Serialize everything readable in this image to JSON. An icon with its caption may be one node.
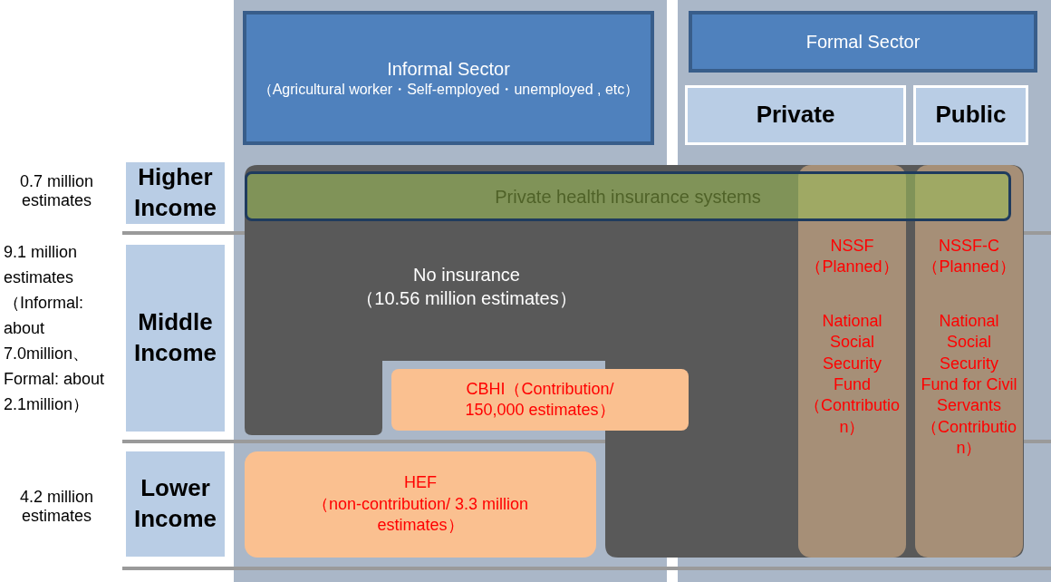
{
  "diagram": {
    "nodes": [
      {
        "text": [
          "Informal Sector",
          "（Agricultural worker・Self-employed・unemployed , etc）"
        ]
      },
      {
        "text": [
          "Formal Sector"
        ]
      },
      {
        "text": [
          "Private"
        ]
      },
      {
        "text": [
          "Public"
        ]
      },
      {
        "text": [
          "Higher Income"
        ],
        "beside": [
          "0.7 million estimates"
        ]
      },
      {
        "text": [
          "Middle Income"
        ],
        "beside": [
          "9.1 million estimates（Informal: about 7.0million、Formal: about 2.1million）"
        ]
      },
      {
        "text": [
          "Lower Income"
        ],
        "beside": [
          "4.2 million estimates"
        ]
      },
      {
        "text": [
          "No insurance",
          "（10.56 million estimates）"
        ]
      },
      {
        "text": [
          "NSSF（Planned）",
          "National Social Security Fund（Contribution）"
        ],
        "in": 7
      },
      {
        "text": [
          "NSSF-C（Planned）",
          "National Social Security Fund for Civil Servants（Contribution）"
        ],
        "in": 7
      },
      {
        "text": [
          "Private health insurance systems"
        ],
        "in": 7
      },
      {
        "text": [
          "CBHI（Contribution/ 150,000 estimates）"
        ],
        "in": 7
      },
      {
        "text": [
          "HEF",
          "（non-contribution/ 3.3 million estimates）"
        ],
        "in": 7
      }
    ]
  }
}
